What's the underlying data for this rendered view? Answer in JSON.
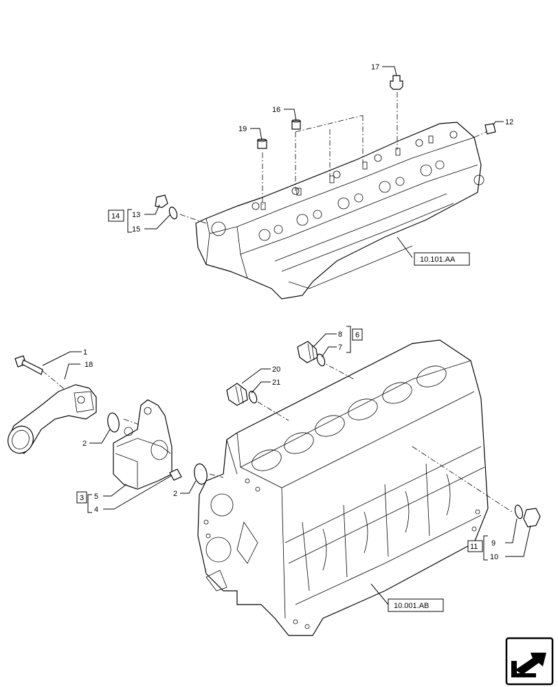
{
  "callouts": {
    "c1": "1",
    "c2a": "2",
    "c2b": "2",
    "c3": "3",
    "c4": "4",
    "c5": "5",
    "c6": "6",
    "c7": "7",
    "c8": "8",
    "c9": "9",
    "c10": "10",
    "c11": "11",
    "c12": "12",
    "c13": "13",
    "c14": "14",
    "c15": "15",
    "c16": "16",
    "c17": "17",
    "c18": "18",
    "c19": "19",
    "c20": "20",
    "c21": "21"
  },
  "references": {
    "cylinder_head": "10.101.AA",
    "engine_block": "10.001.AB"
  },
  "icons": {
    "nav": "next-page-arrow-icon"
  }
}
